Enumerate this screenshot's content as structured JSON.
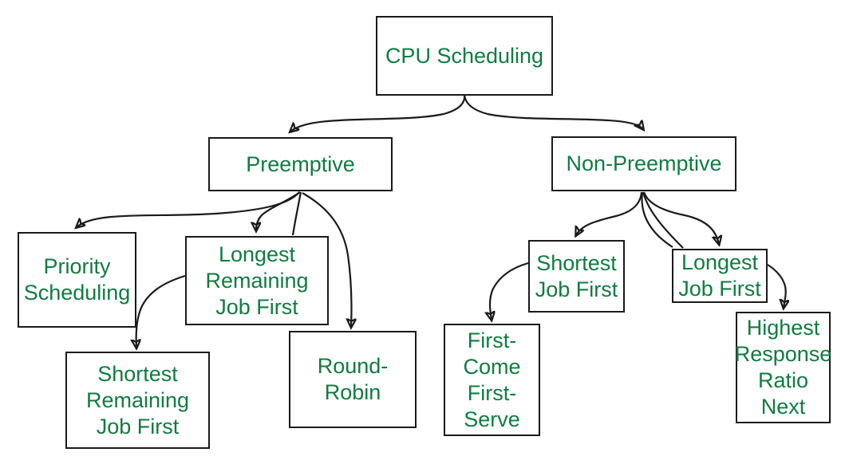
{
  "diagram": {
    "type": "tree",
    "title": "CPU Scheduling",
    "colors": {
      "text_green": "#117c40",
      "line_black": "#1a1a1a",
      "background": "#ffffff"
    },
    "nodes": {
      "cpu_scheduling": {
        "label": "CPU Scheduling"
      },
      "preemptive": {
        "label": "Preemptive"
      },
      "non_preemptive": {
        "label": "Non-Preemptive"
      },
      "priority_scheduling": {
        "label": "Priority\nScheduling"
      },
      "longest_remaining_job_first": {
        "label": "Longest\nRemaining\nJob First"
      },
      "shortest_remaining_job_first": {
        "label": "Shortest\nRemaining\nJob First"
      },
      "round_robin": {
        "label": "Round-\nRobin"
      },
      "shortest_job_first": {
        "label": "Shortest\nJob First"
      },
      "first_come_first_serve": {
        "label": "First-\nCome\nFirst-\nServe"
      },
      "longest_job_first": {
        "label": "Longest\nJob First"
      },
      "highest_response_ratio_next": {
        "label": "Highest\nResponse\nRatio\nNext"
      }
    },
    "edges": [
      {
        "from": "CPU Scheduling",
        "to": "Preemptive"
      },
      {
        "from": "CPU Scheduling",
        "to": "Non-Preemptive"
      },
      {
        "from": "Preemptive",
        "to": "Priority Scheduling"
      },
      {
        "from": "Preemptive",
        "to": "Longest Remaining Job First"
      },
      {
        "from": "Preemptive",
        "to": "Shortest Remaining Job First"
      },
      {
        "from": "Preemptive",
        "to": "Round-Robin"
      },
      {
        "from": "Non-Preemptive",
        "to": "Shortest Job First"
      },
      {
        "from": "Non-Preemptive",
        "to": "Longest Job First"
      },
      {
        "from": "Non-Preemptive",
        "to": "First-Come First-Serve"
      },
      {
        "from": "Non-Preemptive",
        "to": "Highest Response Ratio Next"
      }
    ]
  }
}
